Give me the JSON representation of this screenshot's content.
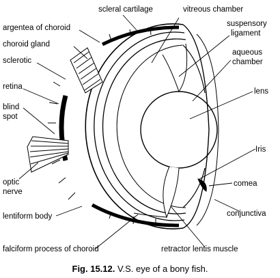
{
  "labels": {
    "scleral_cartilage": "scleral cartilage",
    "vitreous_chamber": "vitreous chamber",
    "suspensory_1": "suspensory",
    "suspensory_2": "ligament",
    "argentea": "argentea of choroid",
    "choroid_gland": "choroid gland",
    "aqueous_1": "aqueous",
    "aqueous_2": "chamber",
    "sclerotic": "sclerotic",
    "lens": "lens",
    "retina": "retina",
    "blind_1": "blind",
    "blind_2": "spot",
    "iris": "Iris",
    "optic_1": "optic",
    "optic_2": "nerve",
    "cornea": "comea",
    "lentiform": "lentiform body",
    "conjunctiva": "conjunctiva",
    "falciform": "falciform process of choroid",
    "retractor": "retractor lentis muscle"
  },
  "caption": {
    "prefix": "Fig. 15.12.",
    "text": " V.S. eye of a bony fish."
  }
}
